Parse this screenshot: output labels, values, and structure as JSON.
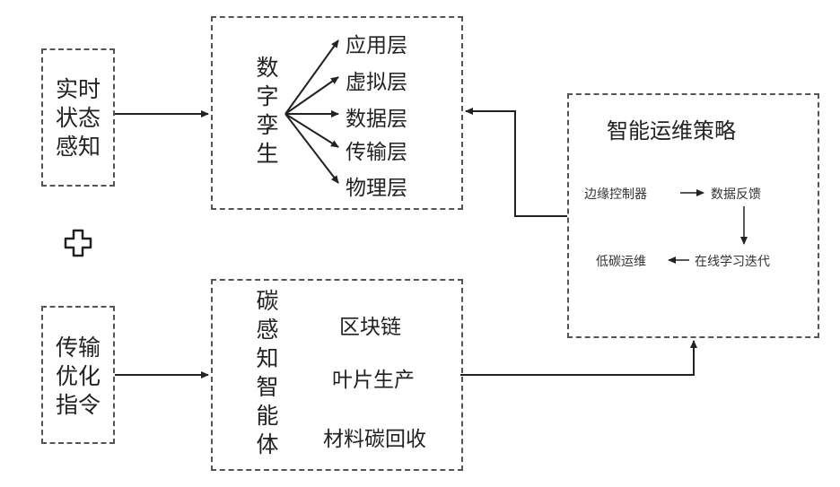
{
  "left_inputs": {
    "state_sensing": [
      "实时",
      "状态",
      "感知"
    ],
    "transmission_command": [
      "传输",
      "优化",
      "指令"
    ],
    "plus_symbol": "+"
  },
  "digital_twin": {
    "title_chars": [
      "数",
      "字",
      "孪",
      "生"
    ],
    "layers": [
      "应用层",
      "虚拟层",
      "数据层",
      "传输层",
      "物理层"
    ]
  },
  "carbon_agent": {
    "title_chars": [
      "碳",
      "感",
      "知",
      "智",
      "能",
      "体"
    ],
    "items": [
      "区块链",
      "叶片生产",
      "材料碳回收"
    ]
  },
  "strategy": {
    "title": "智能运维策略",
    "steps": {
      "edge_control": "边缘控制器",
      "data_feedback": "数据反馈",
      "online_learning": "在线学习迭代",
      "low_carbon_ops": "低碳运维"
    }
  }
}
